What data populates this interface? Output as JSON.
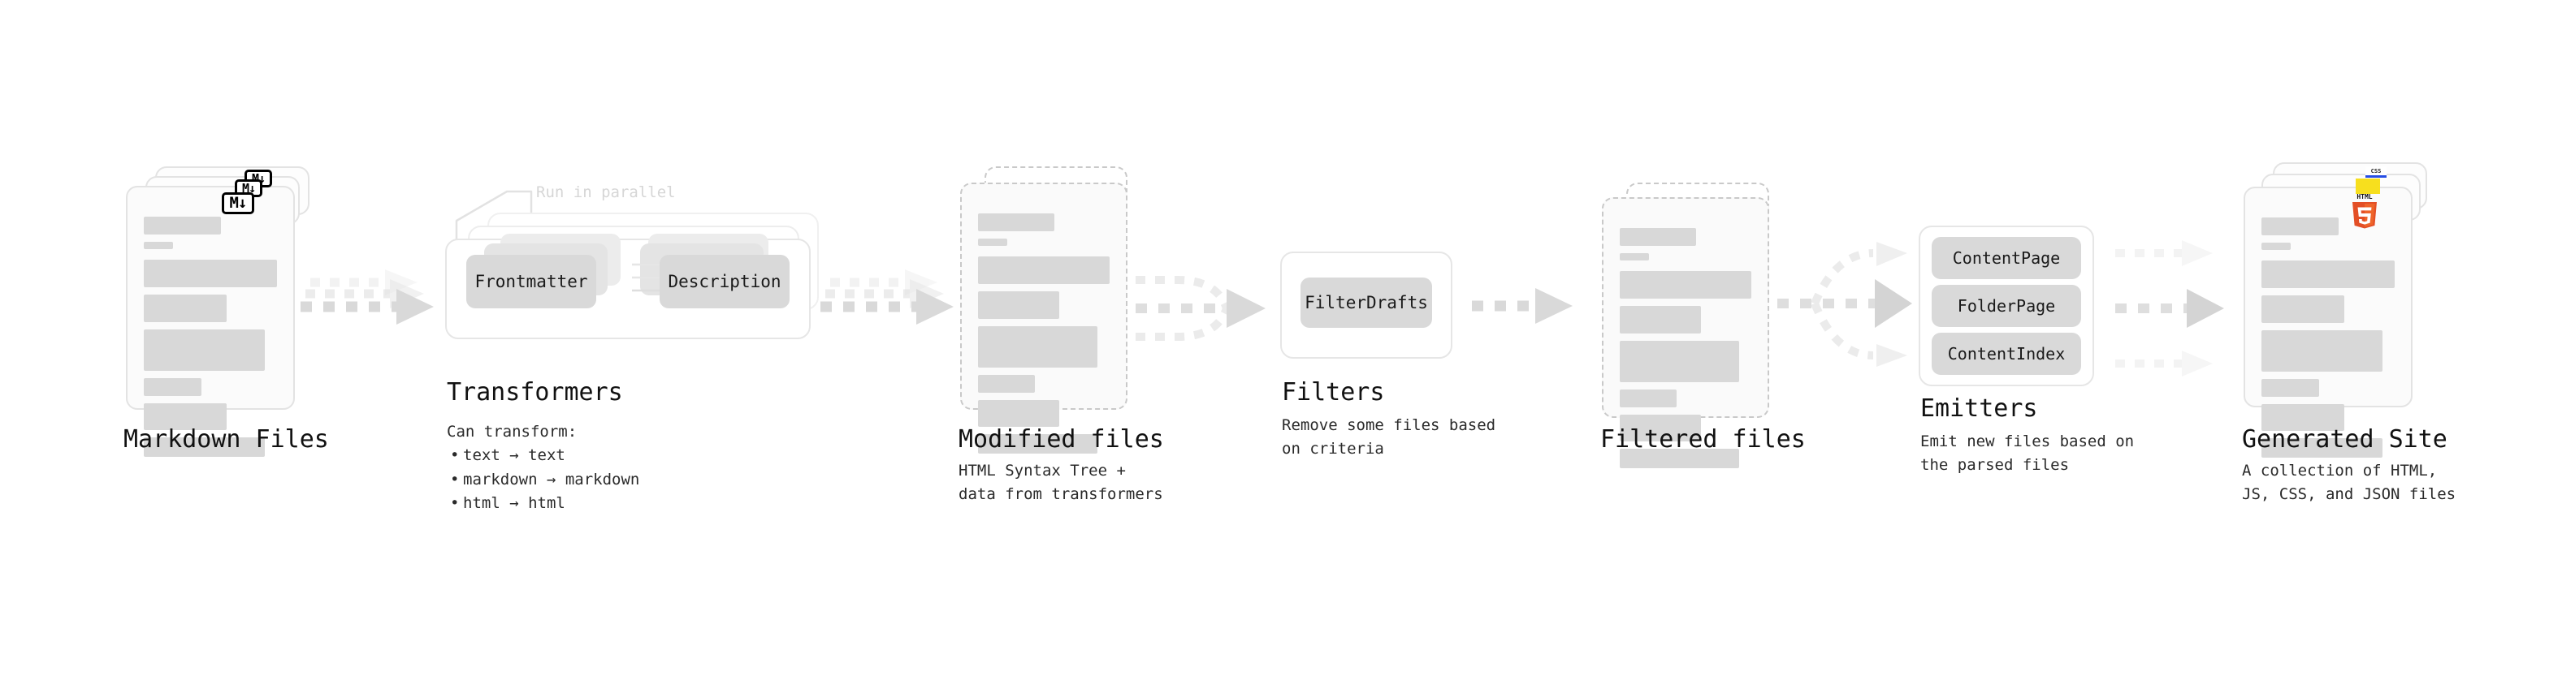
{
  "diagram": {
    "type": "pipeline-flow",
    "background": "#ffffff",
    "accent_colors": {
      "skeleton": "#d8d8d8",
      "chip": "#d9d9d9",
      "arrow": "#dcdcdc",
      "card_border": "#e3e3e3",
      "dashed_border": "#c9c9c9",
      "html5": "#e34f26",
      "js": "#f7df1e",
      "css": "#264de4",
      "text": "#111111"
    }
  },
  "stages": [
    {
      "id": "markdown-files",
      "title": "Markdown Files",
      "subtitle": "",
      "kind": "document-stack",
      "badge": "markdown-badge",
      "badge_text": "M↓"
    },
    {
      "id": "transformers",
      "title": "Transformers",
      "kind": "group-box",
      "annotation": "Run in parallel",
      "chips": [
        "Frontmatter",
        "Description"
      ],
      "bullets_lead": "Can transform:",
      "bullets": [
        "text → text",
        "markdown → markdown",
        "html → html"
      ]
    },
    {
      "id": "modified-files",
      "title": "Modified files",
      "subtitle": "HTML Syntax Tree +\ndata from transformers",
      "kind": "document-stack-dashed"
    },
    {
      "id": "filters",
      "title": "Filters",
      "subtitle": "Remove some files based\non criteria",
      "kind": "group-box",
      "chips": [
        "FilterDrafts"
      ]
    },
    {
      "id": "filtered-files",
      "title": "Filtered files",
      "subtitle": "",
      "kind": "document-stack-dashed"
    },
    {
      "id": "emitters",
      "title": "Emitters",
      "subtitle": "Emit new files based on\nthe parsed files",
      "kind": "group-box",
      "chips": [
        "ContentPage",
        "FolderPage",
        "ContentIndex"
      ]
    },
    {
      "id": "generated-site",
      "title": "Generated Site",
      "subtitle": "A collection of HTML,\nJS, CSS, and JSON files",
      "kind": "document-stack",
      "badges": [
        "html5-badge",
        "js-badge",
        "css-badge"
      ],
      "badge_text": "HTML5"
    }
  ],
  "icons": {
    "markdown": "M↓",
    "html5_word": "HTML",
    "html5_digit": "5",
    "css_word": "CSS"
  }
}
